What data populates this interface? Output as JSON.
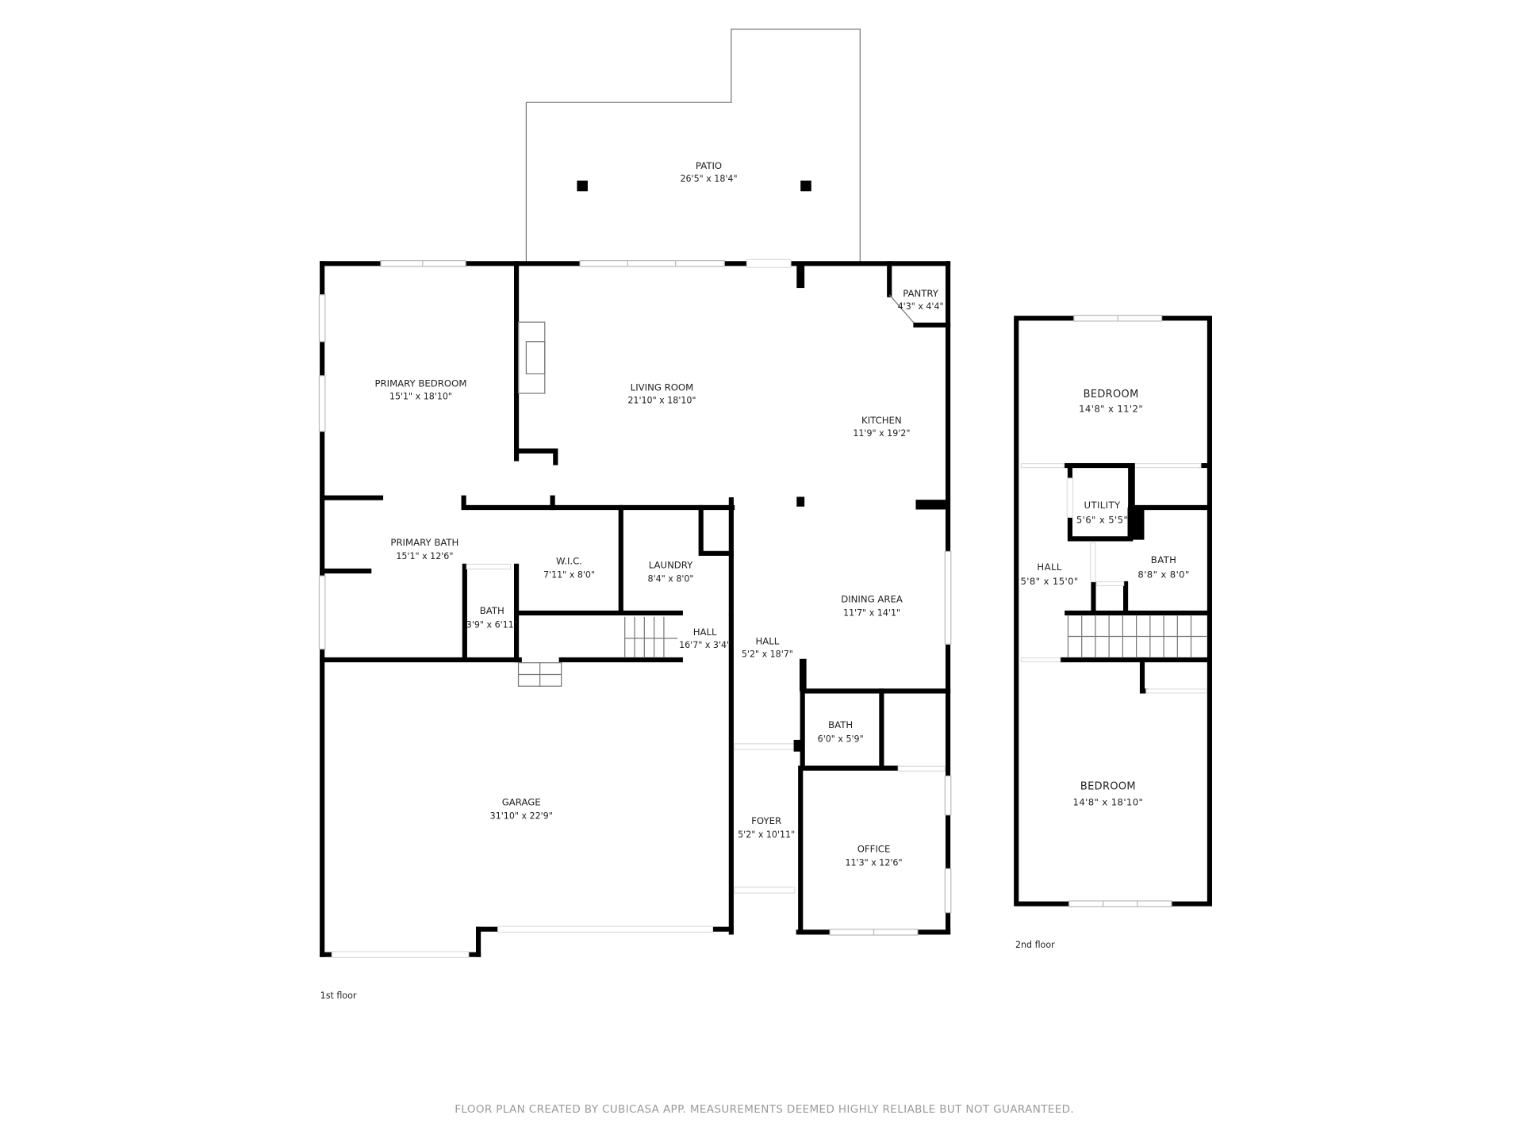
{
  "floors": {
    "first": {
      "label": "1st floor",
      "rooms": {
        "patio": {
          "name": "PATIO",
          "dims": "26'5\" x 18'4\""
        },
        "primary_bedroom": {
          "name": "PRIMARY BEDROOM",
          "dims": "15'1\" x 18'10\""
        },
        "living_room": {
          "name": "LIVING ROOM",
          "dims": "21'10\" x 18'10\""
        },
        "pantry": {
          "name": "PANTRY",
          "dims": "4'3\" x 4'4\""
        },
        "kitchen": {
          "name": "KITCHEN",
          "dims": "11'9\" x 19'2\""
        },
        "primary_bath": {
          "name": "PRIMARY BATH",
          "dims": "15'1\" x 12'6\""
        },
        "wic": {
          "name": "W.I.C.",
          "dims": "7'11\" x 8'0\""
        },
        "laundry": {
          "name": "LAUNDRY",
          "dims": "8'4\" x 8'0\""
        },
        "bath_small": {
          "name": "BATH",
          "dims": "3'9\" x 6'11\""
        },
        "hall_short": {
          "name": "HALL",
          "dims": "16'7\" x 3'4\""
        },
        "hall_long": {
          "name": "HALL",
          "dims": "5'2\" x 18'7\""
        },
        "dining_area": {
          "name": "DINING AREA",
          "dims": "11'7\" x 14'1\""
        },
        "bath": {
          "name": "BATH",
          "dims": "6'0\" x 5'9\""
        },
        "garage": {
          "name": "GARAGE",
          "dims": "31'10\" x 22'9\""
        },
        "foyer": {
          "name": "FOYER",
          "dims": "5'2\" x 10'11\""
        },
        "office": {
          "name": "OFFICE",
          "dims": "11'3\" x 12'6\""
        }
      }
    },
    "second": {
      "label": "2nd floor",
      "rooms": {
        "bedroom_top": {
          "name": "BEDROOM",
          "dims": "14'8\" x 11'2\""
        },
        "utility": {
          "name": "UTILITY",
          "dims": "5'6\" x 5'5\""
        },
        "hall": {
          "name": "HALL",
          "dims": "5'8\" x 15'0\""
        },
        "bath": {
          "name": "BATH",
          "dims": "8'8\" x 8'0\""
        },
        "bedroom_bottom": {
          "name": "BEDROOM",
          "dims": "14'8\" x 18'10\""
        }
      }
    }
  },
  "footer": "FLOOR PLAN CREATED BY CUBICASA APP. MEASUREMENTS DEEMED HIGHLY RELIABLE BUT NOT GUARANTEED.",
  "colors": {
    "wall": "#000000",
    "footer_text": "#9a9a9a",
    "background": "#ffffff"
  }
}
